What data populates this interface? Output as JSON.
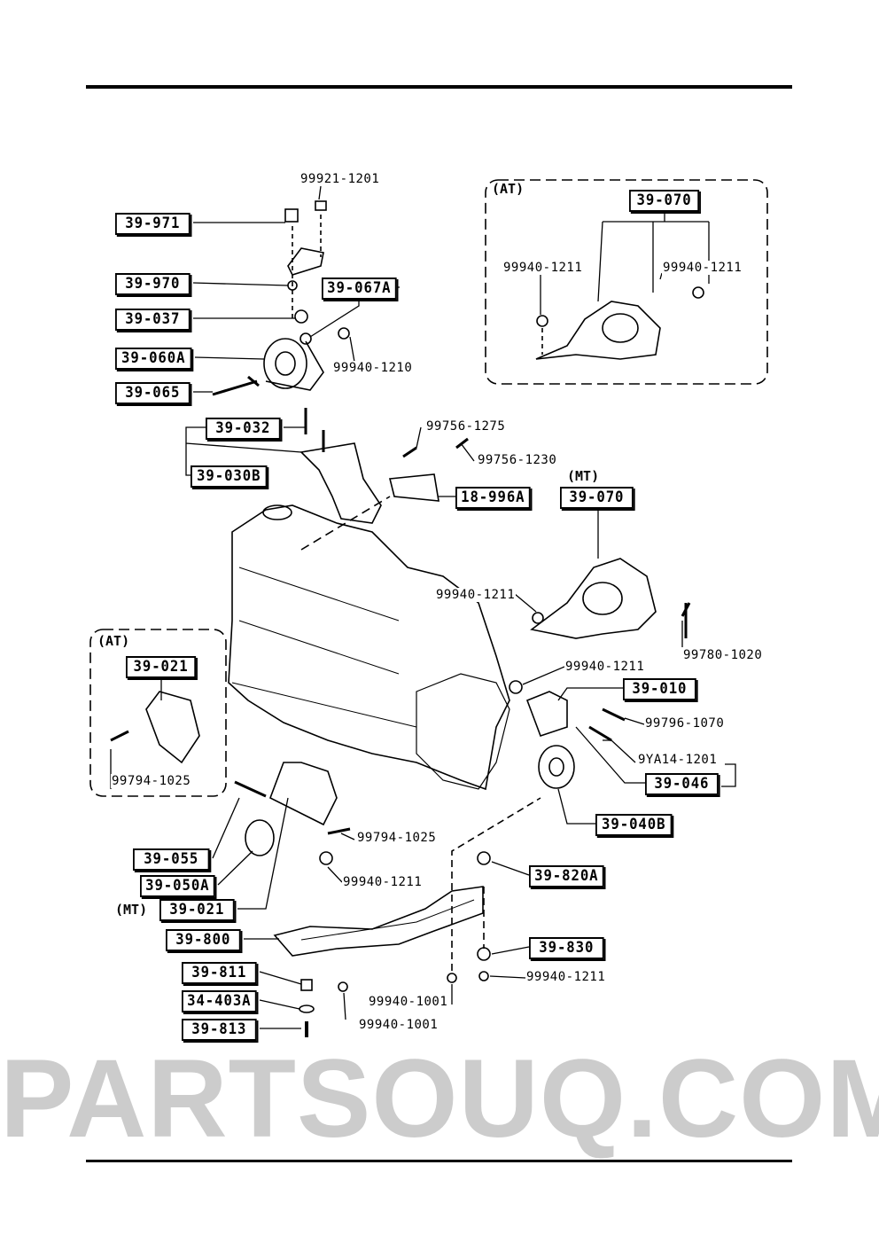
{
  "watermark": "PARTSOUQ.COM",
  "variants": {
    "at": "(AT)",
    "mt": "(MT)"
  },
  "part_callouts": [
    "39-971",
    "39-970",
    "39-067A",
    "39-037",
    "39-060A",
    "39-065",
    "39-032",
    "39-030B",
    "18-996A",
    "39-070",
    "39-070",
    "39-021",
    "39-010",
    "39-046",
    "39-040B",
    "39-055",
    "39-050A",
    "39-021",
    "39-820A",
    "39-800",
    "39-830",
    "39-811",
    "34-403A",
    "39-813"
  ],
  "hardware_numbers": [
    "99921-1201",
    "99940-1210",
    "99756-1275",
    "99756-1230",
    "99940-1211",
    "99940-1211",
    "99940-1211",
    "99780-1020",
    "99940-1211",
    "99796-1070",
    "9YA14-1201",
    "99794-1025",
    "99794-1025",
    "99940-1211",
    "99940-1001",
    "99940-1001",
    "99940-1211"
  ]
}
